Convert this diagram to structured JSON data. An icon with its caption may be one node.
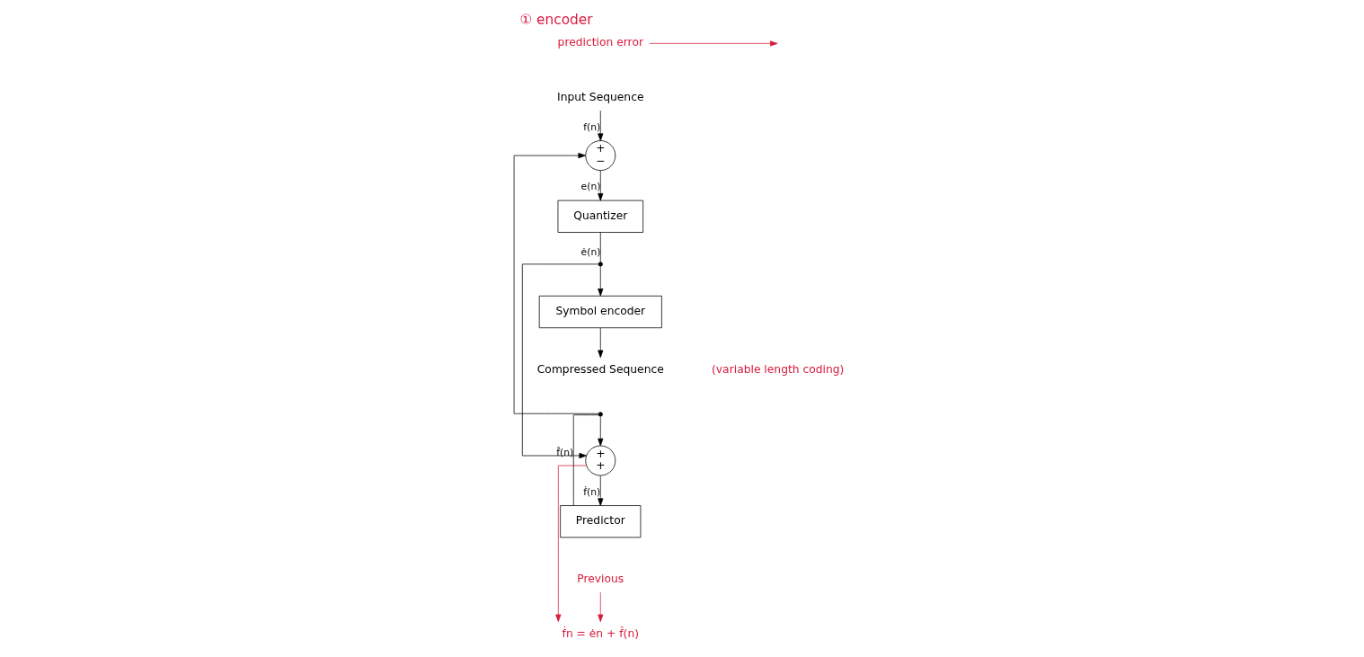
{
  "diagram": {
    "title": "① encoder",
    "nodes": [
      {
        "text": [
          "Input Sequence"
        ]
      },
      {
        "text": [
          "+",
          "−"
        ]
      },
      {
        "text": [
          "Quantizer"
        ]
      },
      {
        "text": [],
        "shape": "point"
      },
      {
        "text": [
          "Symbol encoder"
        ]
      },
      {
        "text": [
          "Compressed Sequence"
        ]
      },
      {
        "text": [
          "+",
          "+"
        ]
      },
      {
        "text": [
          "Predictor"
        ]
      },
      {
        "text": [],
        "shape": "point"
      },
      {
        "text": [
          "ḟn = ėn + f̂(n)"
        ]
      },
      {
        "text": [
          "prediction error"
        ]
      },
      {
        "text": [
          "Previous"
        ]
      }
    ],
    "edges": [
      {
        "from": 0,
        "to": 1,
        "arrow": "to",
        "label": "f(n)"
      },
      {
        "from": 1,
        "to": 2,
        "arrow": "to",
        "label": "e(n)"
      },
      {
        "from": 2,
        "to": 3,
        "arrow": "none",
        "label": "ė(n)"
      },
      {
        "from": 3,
        "to": 4,
        "arrow": "to"
      },
      {
        "from": 4,
        "to": 5,
        "arrow": "to"
      },
      {
        "from": 3,
        "to": 6,
        "arrow": "to"
      },
      {
        "from": 6,
        "to": 7,
        "arrow": "to",
        "label": "ḟ(n)"
      },
      {
        "from": 7,
        "to": 8,
        "arrow": "none",
        "label": "f̂(n)"
      },
      {
        "from": 8,
        "to": 1,
        "arrow": "to"
      },
      {
        "from": 8,
        "to": 6,
        "arrow": "to"
      },
      {
        "from": 6,
        "to": 9,
        "arrow": "to",
        "color": "#d81b3c"
      },
      {
        "from": 10,
        "to": null,
        "arrow": "to",
        "color": "#d81b3c"
      },
      {
        "from": 11,
        "to": 9,
        "arrow": "to",
        "color": "#d81b3c"
      }
    ],
    "labels": [
      "(variable length coding)"
    ]
  }
}
